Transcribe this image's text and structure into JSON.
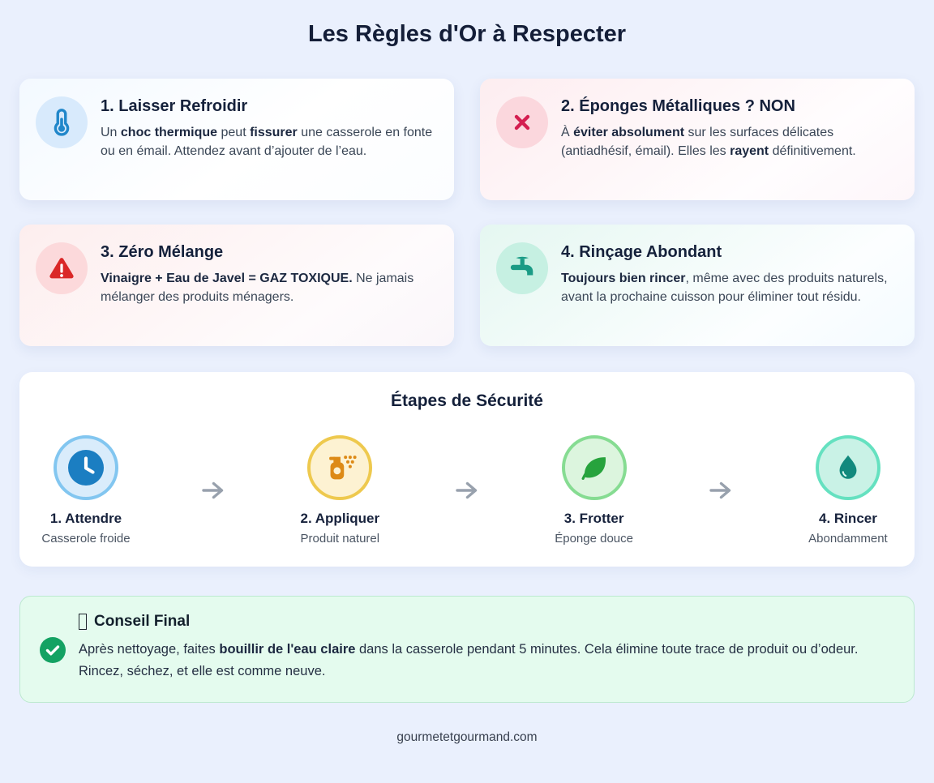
{
  "page": {
    "title": "Les Règles d'Or à Respecter",
    "footer": "gourmetetgourmand.com"
  },
  "colors": {
    "page_background": "#eaf0fd",
    "heading_navy": "#141e38",
    "blue_accent": "#2187ca",
    "crimson_accent": "#d41e50",
    "red_accent": "#da2727",
    "teal_accent": "#1a9b85",
    "orange_accent": "#dd8a16",
    "green_accent": "#27a33d",
    "drop_teal": "#12897d",
    "check_green": "#14a263",
    "arrow_gray": "#98a1ad"
  },
  "rules": [
    {
      "icon": "thermometer-icon",
      "title": "1. Laisser Refroidir",
      "body": [
        {
          "t": "Un "
        },
        {
          "t": "choc thermique"
        },
        {
          "t": " peut "
        },
        {
          "t": "fissurer"
        },
        {
          "t": " une casserole en fonte ou en émail. Attendez avant d’ajouter de l’eau."
        }
      ]
    },
    {
      "icon": "x-mark-icon",
      "title": "2. Éponges Métalliques ? NON",
      "body": [
        {
          "t": "À "
        },
        {
          "t": "éviter absolument"
        },
        {
          "t": " sur les surfaces délicates (antiadhésif, émail). Elles les "
        },
        {
          "t": "rayent"
        },
        {
          "t": " définitivement."
        }
      ]
    },
    {
      "icon": "warning-triangle-icon",
      "title": "3. Zéro Mélange",
      "body": [
        {
          "t": "Vinaigre + Eau de Javel = GAZ TOXIQUE."
        },
        {
          "t": " Ne jamais mélanger des produits ménagers."
        }
      ]
    },
    {
      "icon": "faucet-icon",
      "title": "4. Rinçage Abondant",
      "body": [
        {
          "t": "Toujours bien rincer"
        },
        {
          "t": ", même avec des produits naturels, avant la prochaine cuisson pour éliminer tout résidu."
        }
      ]
    }
  ],
  "steps_section": {
    "title": "Étapes de Sécurité",
    "steps": [
      {
        "icon": "clock-icon",
        "label": "1. Attendre",
        "sub": "Casserole froide"
      },
      {
        "icon": "spray-bottle-icon",
        "label": "2. Appliquer",
        "sub": "Produit naturel"
      },
      {
        "icon": "leaf-icon",
        "label": "3. Frotter",
        "sub": "Éponge douce"
      },
      {
        "icon": "water-drop-icon",
        "label": "4. Rincer",
        "sub": "Abondamment"
      }
    ]
  },
  "tip": {
    "icon": "check-circle-icon",
    "title": "Conseil Final",
    "body": [
      {
        "t": "Après nettoyage, faites "
      },
      {
        "t": "bouillir de l'eau claire"
      },
      {
        "t": " dans la casserole pendant 5 minutes. Cela élimine toute trace de produit ou d’odeur. Rincez, séchez, et elle est comme neuve."
      }
    ]
  }
}
